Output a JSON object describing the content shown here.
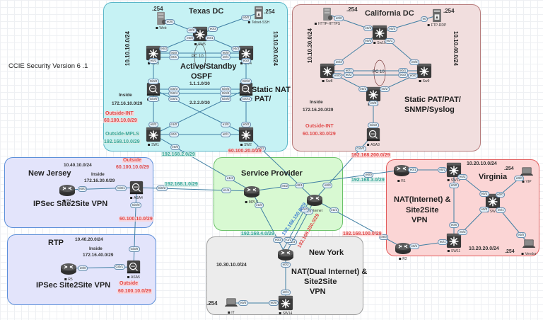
{
  "diagram_title": "CCIE Security Version 6 .1",
  "zones": {
    "texas": {
      "title": "Texas DC",
      "subnet_left": "10.10.10.0/24",
      "subnet_right": "10.10.20.0/24",
      "ha_label": "Active/Standby",
      "routing_label": "OSPF",
      "link_a": "1.1.1.0/30",
      "link_b": "2.2.2.0/30",
      "nat_label_1": "Static  NAT",
      "nat_label_2": "PAT/",
      "inside_label": "Inside",
      "inside_net": "172.16.10.0/29",
      "outside_int_label": "Outside-INT",
      "outside_int_net": "60.100.10.0/29",
      "outside_mpls_label": "Outside-MPLS",
      "outside_mpls_net": "192.168.10.0/29",
      "host_web_ip": ".254",
      "host_telnet_ip": ".254",
      "pc_label": "PC  10",
      "sw2_net": "60.100.20.0/29",
      "sw1_uplink_net": "192.168.2.0/29"
    },
    "california": {
      "title": "California DC",
      "subnet_left": "10.10.30.0/24",
      "subnet_right": "10.10.40.0/24",
      "nat_label_1": "Static  PAT/PAT/",
      "nat_label_2": "SNMP/Syslog",
      "inside_label": "Inside",
      "inside_net": "172.16.20.0/29",
      "outside_int_label": "Outside-INT",
      "outside_int_net": "60.100.30.0/29",
      "host_http_ip": ".254",
      "host_ftp_ip": ".254",
      "pc_label": "PC  10",
      "asa3_uplink_net": "192.168.200.0/29"
    },
    "new_jersey": {
      "title": "New Jersey",
      "subnet": "10.40.10.0/24",
      "inside_label": "Inside",
      "inside_net": "172.16.30.0/29",
      "outside_label": "Outside",
      "outside_net": "60.100.10.0/29",
      "outside_net_2": "60.100.10.0/29",
      "vpn_label": "IPSec Site2Site VPN"
    },
    "rtp": {
      "title": "RTP",
      "subnet": "10.40.20.0/24",
      "inside_label": "Inside",
      "inside_net": "172.16.40.0/29",
      "outside_label": "Outside",
      "outside_net": "60.100.10.0/29",
      "vpn_label": "IPSec Site2Site VPN"
    },
    "service_provider": {
      "title": "Service Provider",
      "net_nj": "192.168.1.0/29",
      "net_ny_mpls": "192.168.4.0/29",
      "net_va": "192.168.3.0/29",
      "net_ny_150": "192.168.150.0/29",
      "net_ny_250": "192.168.250.0/29",
      "net_va_100": "192.168.100.0/29"
    },
    "new_york": {
      "title": "New York",
      "subnet": "10.30.10.0/24",
      "nat_label_1": "NAT(Dual Internet) &",
      "nat_label_2": "Site2Site",
      "nat_label_3": "VPN",
      "host_ip": ".254"
    },
    "virginia": {
      "title": "Virginia",
      "subnet_top": "10.20.10.0/24",
      "subnet_bottom": "10.20.20.0/24",
      "vip_ip": ".254",
      "vendor_ip": ".254",
      "nat_label_1": "NAT(Internet) &",
      "nat_label_2": "Site2Site",
      "nat_label_3": "VPN"
    }
  },
  "devices": [
    {
      "id": "web",
      "label": "Web",
      "type": "server"
    },
    {
      "id": "telnet",
      "label": "Telnet-SSH",
      "type": "server2"
    },
    {
      "id": "sw5",
      "label": "SW5",
      "type": "switch"
    },
    {
      "id": "sw3",
      "label": "SW3",
      "type": "switch"
    },
    {
      "id": "sw4",
      "label": "SW4",
      "type": "switch"
    },
    {
      "id": "asa1",
      "label": "ASA1",
      "type": "firewall"
    },
    {
      "id": "asa2",
      "label": "ASA2",
      "type": "firewall"
    },
    {
      "id": "sw1",
      "label": "SW1",
      "type": "switch"
    },
    {
      "id": "sw2",
      "label": "SW2",
      "type": "switch"
    },
    {
      "id": "http",
      "label": "HTTP-HTTPS",
      "type": "server"
    },
    {
      "id": "ftp",
      "label": "FTP-RDP",
      "type": "server2"
    },
    {
      "id": "sw10",
      "label": "Sw10",
      "type": "switch"
    },
    {
      "id": "sw8",
      "label": "Sw8",
      "type": "switch"
    },
    {
      "id": "sw9",
      "label": "Sw9",
      "type": "switch"
    },
    {
      "id": "sw6",
      "label": "Sw6",
      "type": "switch"
    },
    {
      "id": "asa3",
      "label": "ASA3",
      "type": "firewall"
    },
    {
      "id": "r4",
      "label": "R4",
      "type": "router"
    },
    {
      "id": "asa4",
      "label": "ASA4",
      "type": "firewall"
    },
    {
      "id": "r5",
      "label": "R5",
      "type": "router"
    },
    {
      "id": "asa5",
      "label": "ASA5",
      "type": "firewall"
    },
    {
      "id": "mpls",
      "label": "MPLS",
      "type": "router"
    },
    {
      "id": "internet",
      "label": "Internet",
      "type": "router"
    },
    {
      "id": "r3",
      "label": "R3",
      "type": "router"
    },
    {
      "id": "sw14",
      "label": "SW14",
      "type": "switch"
    },
    {
      "id": "it",
      "label": "IT",
      "type": "laptop"
    },
    {
      "id": "r1",
      "label": "R1",
      "type": "router"
    },
    {
      "id": "sw12",
      "label": "SW12",
      "type": "switch"
    },
    {
      "id": "sw13",
      "label": "SW13",
      "type": "switch"
    },
    {
      "id": "sw11",
      "label": "SW11",
      "type": "switch"
    },
    {
      "id": "r2",
      "label": "R2",
      "type": "router"
    },
    {
      "id": "vip",
      "label": "VIP",
      "type": "laptop"
    },
    {
      "id": "vendor",
      "label": "Vendor",
      "type": "laptop"
    }
  ],
  "links": [
    {
      "a": "web",
      "b": "sw5",
      "ia": "e0/0",
      "ib": "e0/2"
    },
    {
      "a": "telnet",
      "b": "sw5",
      "ia": "e0/0",
      "ib": "e0/3"
    },
    {
      "a": "sw5",
      "b": "sw3",
      "ia": "e0/0",
      "ib": "e0/3"
    },
    {
      "a": "sw5",
      "b": "sw4",
      "ia": "e0/1",
      "ib": "e0/3"
    },
    {
      "a": "sw3",
      "b": "sw4",
      "ia": "e0/0",
      "ib": "e0/0"
    },
    {
      "a": "sw3",
      "b": "sw4",
      "ia": "e0/1",
      "ib": "e0/1"
    },
    {
      "a": "sw3",
      "b": "asa1",
      "ia": "e0/2",
      "ib": "Gi0/2"
    },
    {
      "a": "sw4",
      "b": "asa2",
      "ia": "e0/2",
      "ib": "Gi0/2"
    },
    {
      "a": "asa1",
      "b": "asa2",
      "ia": "Gi0/3",
      "ib": "Gi0/3"
    },
    {
      "a": "asa1",
      "b": "asa2",
      "ia": "Gi0/4",
      "ib": "Gi0/4"
    },
    {
      "a": "asa1",
      "b": "sw1",
      "ia": "Gi0/0",
      "ib": "e0/2"
    },
    {
      "a": "asa1",
      "b": "sw2",
      "ia": "Gi0/1",
      "ib": "e1/0"
    },
    {
      "a": "asa2",
      "b": "sw1",
      "ia": "Gi0/0",
      "ib": "e1/0"
    },
    {
      "a": "asa2",
      "b": "sw2",
      "ia": "Gi0/1",
      "ib": "e0/2"
    },
    {
      "a": "sw1",
      "b": "sw2",
      "ia": "e0/1",
      "ib": "e0/1"
    },
    {
      "a": "sw1",
      "b": "mpls",
      "ia": "e0/0",
      "ib": "e1/2"
    },
    {
      "a": "sw2",
      "b": "internet",
      "ia": "e0/2",
      "ib": "e0/1"
    },
    {
      "a": "http",
      "b": "sw10",
      "ia": "e0/0",
      "ib": "e0/2"
    },
    {
      "a": "ftp",
      "b": "sw10",
      "ia": "e0",
      "ib": "e0/3"
    },
    {
      "a": "sw10",
      "b": "sw8",
      "ia": "e0/0",
      "ib": "e0/3"
    },
    {
      "a": "sw10",
      "b": "sw9",
      "ia": "e0/1",
      "ib": "e0/3"
    },
    {
      "a": "sw8",
      "b": "sw9",
      "ia": "e0/1",
      "ib": "e0/1"
    },
    {
      "a": "sw8",
      "b": "sw9",
      "ia": "e0/2",
      "ib": "e0/2"
    },
    {
      "a": "sw8",
      "b": "sw6",
      "ia": "e0/0",
      "ib": "e0/1"
    },
    {
      "a": "sw9",
      "b": "sw6",
      "ia": "e0/0",
      "ib": "e0/2"
    },
    {
      "a": "sw6",
      "b": "asa3",
      "ia": "e0/0",
      "ib": "Gi0/2"
    },
    {
      "a": "asa3",
      "b": "internet",
      "ia": "Gi0/0",
      "ib": "e0/0"
    },
    {
      "a": "r4",
      "b": "asa4",
      "ia": "e0/0",
      "ib": "Gi0/1"
    },
    {
      "a": "asa4",
      "b": "mpls",
      "ia": "Gi0/2",
      "ib": "e1/1"
    },
    {
      "a": "asa4",
      "b": "asa5",
      "ia": "Gi0/0",
      "ib": "Gi0/0"
    },
    {
      "a": "r5",
      "b": "asa5",
      "ia": "e0/0",
      "ib": "Gi0/1"
    },
    {
      "a": "mpls",
      "b": "r1",
      "ia": "e0/2",
      "ib": "e0/0"
    },
    {
      "a": "mpls",
      "b": "r3",
      "ia": "e1/0",
      "ib": "e0/3"
    },
    {
      "a": "internet",
      "b": "r3",
      "ia": "e1/3",
      "ib": "e1/3"
    },
    {
      "a": "internet",
      "b": "r3",
      "ia": "e1/0",
      "ib": "e1/1"
    },
    {
      "a": "internet",
      "b": "r2",
      "ia": "e1/1",
      "ib": "e0/0"
    },
    {
      "a": "r3",
      "b": "sw14",
      "ia": "e0/2",
      "ib": "e0/1"
    },
    {
      "a": "it",
      "b": "sw14",
      "ia": "e0/0",
      "ib": "e0/0"
    },
    {
      "a": "r1",
      "b": "sw12",
      "ia": "e0/1",
      "ib": "e0/1"
    },
    {
      "a": "sw12",
      "b": "sw13",
      "ia": "e0/2",
      "ib": "e0/2"
    },
    {
      "a": "sw12",
      "b": "sw11",
      "ia": "e0/0",
      "ib": "e0/0"
    },
    {
      "a": "sw13",
      "b": "sw11",
      "ia": "e0/3",
      "ib": "e0/3"
    },
    {
      "a": "sw13",
      "b": "vip",
      "ia": "e0/0",
      "ib": "e0/0"
    },
    {
      "a": "sw13",
      "b": "vendor",
      "ia": "e0/1",
      "ib": "e0/0"
    },
    {
      "a": "r2",
      "b": "sw11",
      "ia": "e0/1",
      "ib": "e0/1"
    }
  ],
  "colors": {
    "texas_bg": "#c6f2f4",
    "california_bg": "#f1dede",
    "nj_rtp_bg": "#e3e4fb",
    "sp_bg": "#d8f9d2",
    "ny_bg": "#ececec",
    "va_bg": "#fbd5d5",
    "link": "#3f7fa3",
    "red_text": "#e04a4a",
    "teal_text": "#3aa89a"
  }
}
